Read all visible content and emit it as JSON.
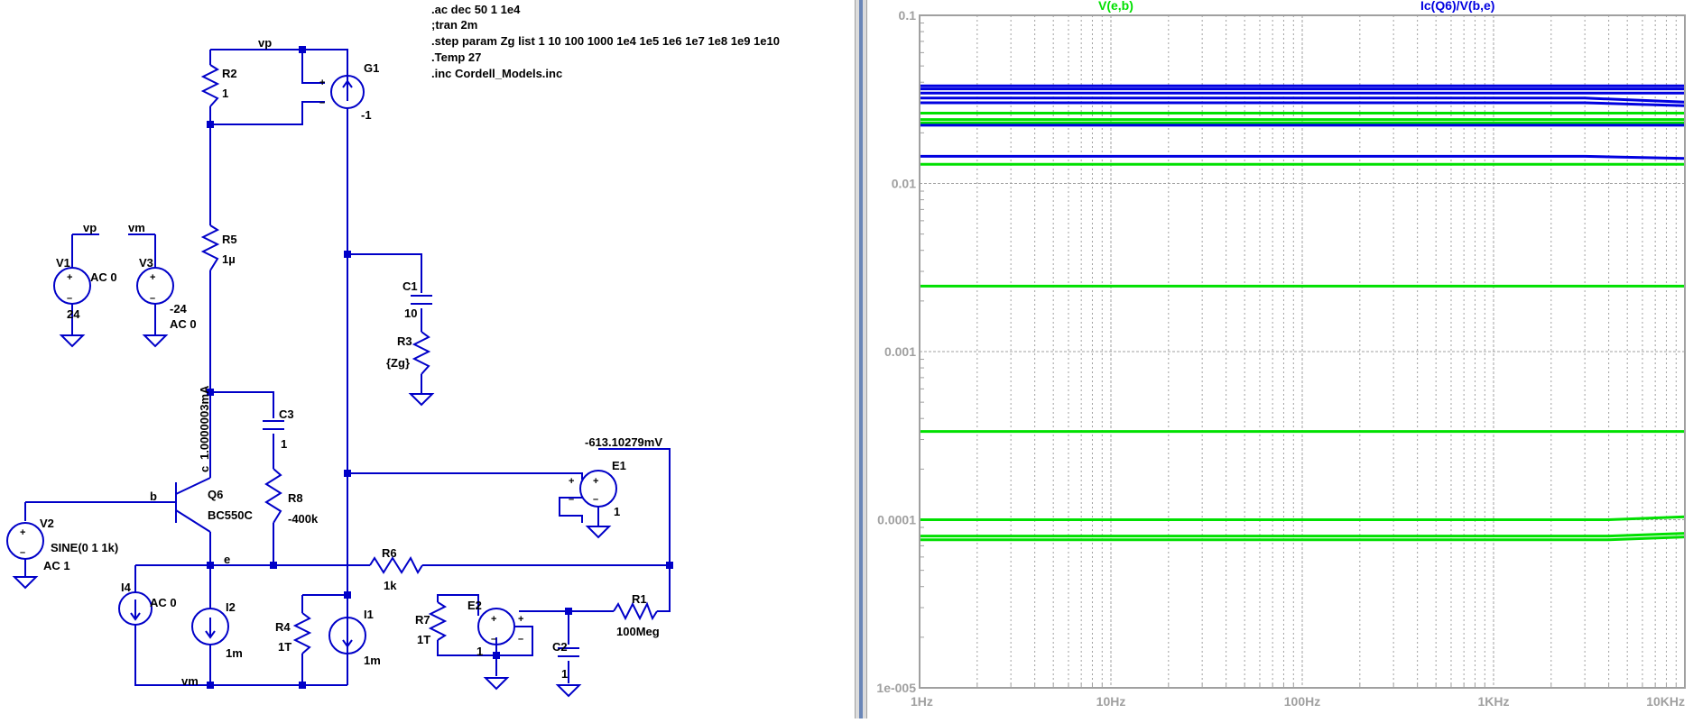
{
  "schematic": {
    "directives": [
      ".ac dec 50 1 1e4",
      ";tran 2m",
      ".step param Zg list 1 10 100 1000 1e4 1e5 1e6 1e7 1e8 1e9 1e10",
      ".Temp 27",
      ".inc Cordell_Models.inc"
    ],
    "nets": {
      "vp": "vp",
      "vm": "vm",
      "b": "b",
      "e": "e",
      "c": "c"
    },
    "components": {
      "R2": {
        "name": "R2",
        "value": "1"
      },
      "G1": {
        "name": "G1",
        "value": "-1"
      },
      "R5": {
        "name": "R5",
        "value": "1µ"
      },
      "V1": {
        "name": "V1",
        "ac": "AC 0",
        "value": "24"
      },
      "V3": {
        "name": "V3",
        "value": "-24",
        "ac": "AC 0"
      },
      "C1": {
        "name": "C1",
        "value": "10"
      },
      "R3": {
        "name": "R3",
        "value": "{Zg}"
      },
      "C3": {
        "name": "C3",
        "value": "1"
      },
      "R8": {
        "name": "R8",
        "value": "-400k"
      },
      "Q6": {
        "name": "Q6",
        "value": "BC550C"
      },
      "V2": {
        "name": "V2",
        "value": "SINE(0 1 1k)",
        "ac": "AC 1"
      },
      "E1": {
        "name": "E1",
        "value": "1"
      },
      "R6": {
        "name": "R6",
        "value": "1k"
      },
      "I4": {
        "name": "I4",
        "value": "AC 0"
      },
      "I2": {
        "name": "I2",
        "value": "1m"
      },
      "R4": {
        "name": "R4",
        "value": "1T"
      },
      "I1": {
        "name": "I1",
        "value": "1m"
      },
      "R7": {
        "name": "R7",
        "value": "1T"
      },
      "E2": {
        "name": "E2",
        "value": "1"
      },
      "C2": {
        "name": "C2",
        "value": "1"
      },
      "R1": {
        "name": "R1",
        "value": "100Meg"
      }
    },
    "annotations": {
      "collector_current": "1.0000003mA",
      "e1_voltage": "-613.10279mV"
    }
  },
  "colors": {
    "wire": "#0000c8",
    "trace_green": "#00e000",
    "trace_blue": "#0000e0",
    "grid": "#a0a0a0",
    "divider": "#6a86b8"
  },
  "chart_data": {
    "type": "line",
    "x_scale": "log",
    "y_scale": "log",
    "xlim": [
      1,
      10000
    ],
    "ylim": [
      1e-05,
      0.1
    ],
    "x_ticks": [
      {
        "value": 1,
        "label": "1Hz"
      },
      {
        "value": 10,
        "label": "10Hz"
      },
      {
        "value": 100,
        "label": "100Hz"
      },
      {
        "value": 1000,
        "label": "1KHz"
      },
      {
        "value": 10000,
        "label": "10KHz"
      }
    ],
    "y_ticks": [
      {
        "value": 0.1,
        "label": "0.1"
      },
      {
        "value": 0.01,
        "label": "0.01"
      },
      {
        "value": 0.001,
        "label": "0.001"
      },
      {
        "value": 0.0001,
        "label": "0.0001"
      },
      {
        "value": 1e-05,
        "label": "1e-005"
      }
    ],
    "grid": true,
    "legend": [
      {
        "label": "V(e,b)",
        "color": "#00e000"
      },
      {
        "label": "Ic(Q6)/V(b,e)",
        "color": "#0000e0"
      }
    ],
    "series": [
      {
        "name": "V(e,b)",
        "color": "#00e000",
        "x": [
          1,
          10000
        ],
        "y": [
          0.0262,
          0.0262
        ]
      },
      {
        "name": "V(e,b)",
        "color": "#00e000",
        "x": [
          1,
          10000
        ],
        "y": [
          0.024,
          0.024
        ]
      },
      {
        "name": "V(e,b)",
        "color": "#00e000",
        "x": [
          1,
          10000
        ],
        "y": [
          0.0229,
          0.0229
        ]
      },
      {
        "name": "V(e,b)",
        "color": "#00e000",
        "x": [
          1,
          10000
        ],
        "y": [
          0.013,
          0.013
        ]
      },
      {
        "name": "V(e,b)",
        "color": "#00e000",
        "x": [
          1,
          10000
        ],
        "y": [
          0.00245,
          0.00245
        ]
      },
      {
        "name": "V(e,b)",
        "color": "#00e000",
        "x": [
          1,
          10000
        ],
        "y": [
          0.000335,
          0.000335
        ]
      },
      {
        "name": "V(e,b)",
        "color": "#00e000",
        "x": [
          1,
          4000,
          10000
        ],
        "y": [
          0.0001,
          0.0001,
          0.000104
        ]
      },
      {
        "name": "V(e,b)",
        "color": "#00e000",
        "x": [
          1,
          4000,
          10000
        ],
        "y": [
          8e-05,
          8e-05,
          8.3e-05
        ]
      },
      {
        "name": "V(e,b)",
        "color": "#00e000",
        "x": [
          1,
          4000,
          10000
        ],
        "y": [
          7.6e-05,
          7.6e-05,
          7.9e-05
        ]
      },
      {
        "name": "Ic(Q6)/V(b,e)",
        "color": "#0000e0",
        "x": [
          1,
          10000
        ],
        "y": [
          0.0381,
          0.0381
        ]
      },
      {
        "name": "Ic(Q6)/V(b,e)",
        "color": "#0000e0",
        "x": [
          1,
          10000
        ],
        "y": [
          0.0365,
          0.0365
        ]
      },
      {
        "name": "Ic(Q6)/V(b,e)",
        "color": "#0000e0",
        "x": [
          1,
          10000
        ],
        "y": [
          0.0345,
          0.0345
        ]
      },
      {
        "name": "Ic(Q6)/V(b,e)",
        "color": "#0000e0",
        "x": [
          1,
          3000,
          10000
        ],
        "y": [
          0.0322,
          0.0322,
          0.0305
        ]
      },
      {
        "name": "Ic(Q6)/V(b,e)",
        "color": "#0000e0",
        "x": [
          1,
          3000,
          10000
        ],
        "y": [
          0.0302,
          0.0302,
          0.029
        ]
      },
      {
        "name": "Ic(Q6)/V(b,e)",
        "color": "#0000e0",
        "x": [
          1,
          10000
        ],
        "y": [
          0.0222,
          0.0222
        ]
      },
      {
        "name": "Ic(Q6)/V(b,e)",
        "color": "#0000e0",
        "x": [
          1,
          3000,
          10000
        ],
        "y": [
          0.0145,
          0.0145,
          0.0141
        ]
      }
    ]
  }
}
